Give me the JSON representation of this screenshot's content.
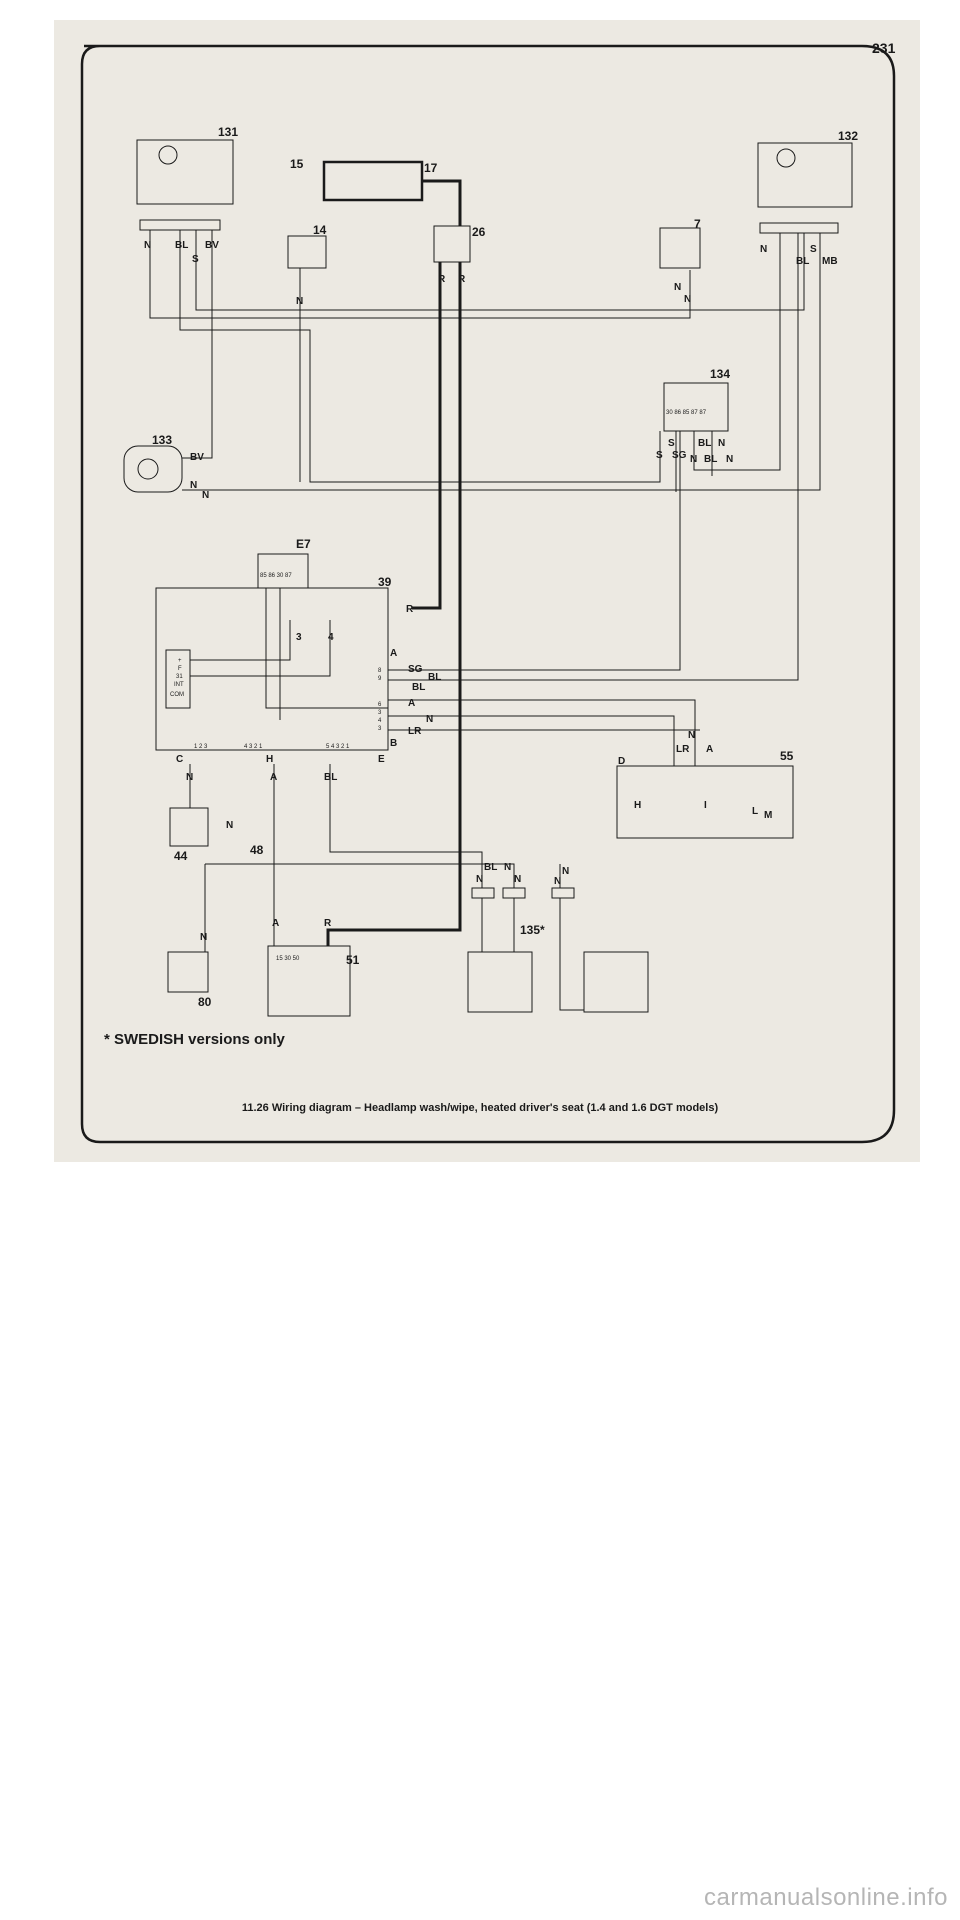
{
  "page": {
    "number": "231",
    "website": "carmanualsonline.info"
  },
  "note": "* SWEDISH versions only",
  "caption": "11.26 Wiring diagram – Headlamp wash/wipe, heated driver's seat (1.4 and 1.6 DGT models)",
  "components": {
    "c131": "131",
    "c132": "132",
    "c15": "15",
    "c17": "17",
    "c14": "14",
    "c26": "26",
    "c7": "7",
    "c134": "134",
    "c133": "133",
    "cE7": "E7",
    "c39": "39",
    "c55": "55",
    "c44": "44",
    "c48": "48",
    "c80": "80",
    "c51": "51",
    "c135": "135*"
  },
  "wire_codes": {
    "N": "N",
    "BL": "BL",
    "BV": "BV",
    "S": "S",
    "MB": "MB",
    "R": "R",
    "SG": "SG",
    "A": "A",
    "LR": "LR"
  },
  "connectors": {
    "A": "A",
    "B": "B",
    "C": "C",
    "D": "D",
    "E": "E",
    "H": "H"
  },
  "module_labels": {
    "plus": "+",
    "F": "F",
    "p31": "31",
    "INT": "INT",
    "COM": "COM",
    "relay3": "3",
    "relay4": "4",
    "h": "H",
    "i": "I",
    "l": "L",
    "m": "M",
    "e7_pins": "85 86 30  87",
    "r134_pins": "30 86  85 87 87",
    "c51_pins": "15 30 50",
    "g_pins": "1 2 3",
    "h_pins": "4 3 2 1",
    "e_pins": "5 4 3 2 1",
    "a_pins": "8",
    "a_pin9": "9",
    "b_pins": "6",
    "b_pin3": "3",
    "b_pin4": "4",
    "b_pin3b": "3"
  },
  "colors": {
    "paper": "#ece9e2",
    "ink": "#1a1a1a"
  }
}
